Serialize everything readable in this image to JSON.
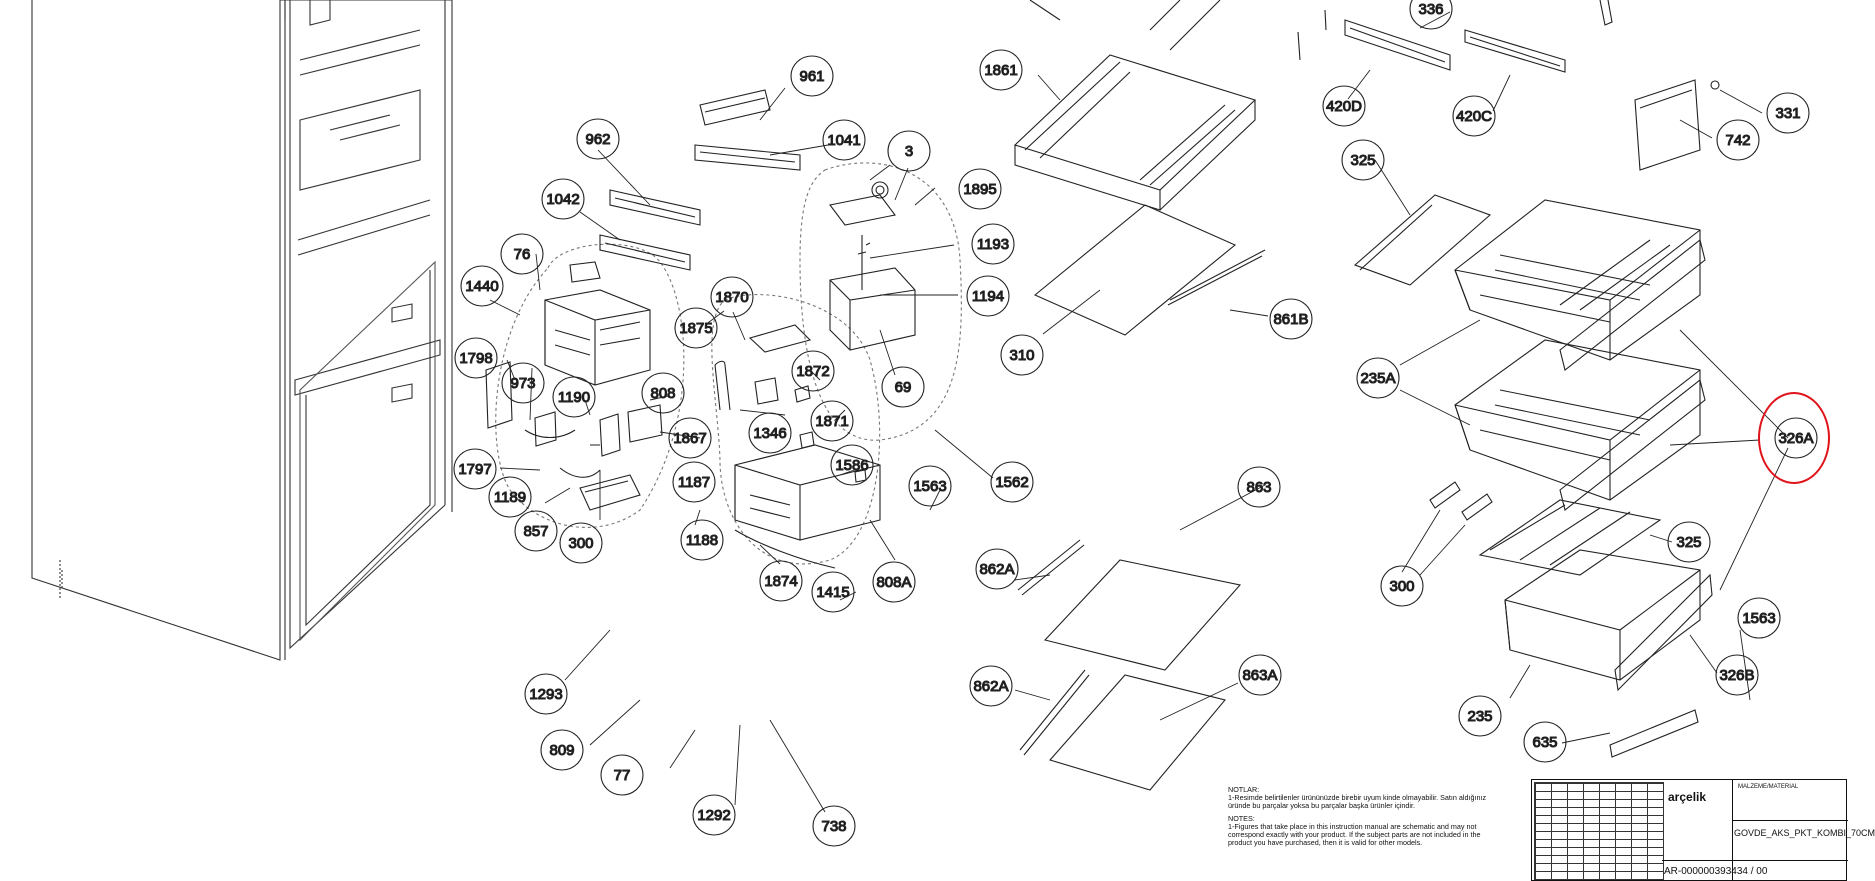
{
  "labels": [
    {
      "id": "961",
      "text": "961"
    },
    {
      "id": "1041",
      "text": "1041"
    },
    {
      "id": "962",
      "text": "962"
    },
    {
      "id": "3",
      "text": "3"
    },
    {
      "id": "1895",
      "text": "1895"
    },
    {
      "id": "1042",
      "text": "1042"
    },
    {
      "id": "1193",
      "text": "1193"
    },
    {
      "id": "76",
      "text": "76"
    },
    {
      "id": "1440",
      "text": "1440"
    },
    {
      "id": "1870",
      "text": "1870"
    },
    {
      "id": "1194",
      "text": "1194"
    },
    {
      "id": "1875",
      "text": "1875"
    },
    {
      "id": "1798",
      "text": "1798"
    },
    {
      "id": "973",
      "text": "973"
    },
    {
      "id": "1190",
      "text": "1190"
    },
    {
      "id": "808",
      "text": "808"
    },
    {
      "id": "1872",
      "text": "1872"
    },
    {
      "id": "69",
      "text": "69"
    },
    {
      "id": "1346",
      "text": "1346"
    },
    {
      "id": "1867",
      "text": "1867"
    },
    {
      "id": "1871",
      "text": "1871"
    },
    {
      "id": "1797",
      "text": "1797"
    },
    {
      "id": "1187",
      "text": "1187"
    },
    {
      "id": "1586",
      "text": "1586"
    },
    {
      "id": "1189",
      "text": "1189"
    },
    {
      "id": "1563a",
      "text": "1563"
    },
    {
      "id": "1562",
      "text": "1562"
    },
    {
      "id": "857",
      "text": "857"
    },
    {
      "id": "300a",
      "text": "300"
    },
    {
      "id": "1188",
      "text": "1188"
    },
    {
      "id": "1874",
      "text": "1874"
    },
    {
      "id": "808A",
      "text": "808A"
    },
    {
      "id": "1415",
      "text": "1415"
    },
    {
      "id": "1293",
      "text": "1293"
    },
    {
      "id": "809",
      "text": "809"
    },
    {
      "id": "77",
      "text": "77"
    },
    {
      "id": "1292",
      "text": "1292"
    },
    {
      "id": "738",
      "text": "738"
    },
    {
      "id": "1861",
      "text": "1861"
    },
    {
      "id": "310",
      "text": "310"
    },
    {
      "id": "861B",
      "text": "861B"
    },
    {
      "id": "863",
      "text": "863"
    },
    {
      "id": "862A1",
      "text": "862A"
    },
    {
      "id": "862A2",
      "text": "862A"
    },
    {
      "id": "863A",
      "text": "863A"
    },
    {
      "id": "336",
      "text": "336"
    },
    {
      "id": "420D",
      "text": "420D"
    },
    {
      "id": "420C",
      "text": "420C"
    },
    {
      "id": "331",
      "text": "331"
    },
    {
      "id": "742",
      "text": "742"
    },
    {
      "id": "325a",
      "text": "325"
    },
    {
      "id": "235A",
      "text": "235A"
    },
    {
      "id": "326A",
      "text": "326A"
    },
    {
      "id": "300b",
      "text": "300"
    },
    {
      "id": "325b",
      "text": "325"
    },
    {
      "id": "1563b",
      "text": "1563"
    },
    {
      "id": "326B",
      "text": "326B"
    },
    {
      "id": "235",
      "text": "235"
    },
    {
      "id": "635",
      "text": "635"
    }
  ],
  "notes": {
    "title_tr": "NOTLAR:",
    "line_tr": "1-Resimde belirtilenler ürününüzde birebir uyum kinde olmayabilir. Satın aldığınız üründe bu parçalar yoksa bu parçalar başka ürünler içindir.",
    "title_en": "NOTES:",
    "line_en": "1-Figures that take place in this instruction manual are schematic and may not correspond exactly with your product. If the subject parts are not included in the product you have purchased, then it is valid for other models."
  },
  "title_block": {
    "brand": "arçelik",
    "material_label": "MALZEME/MATERIAL",
    "part_name": "GOVDE_AKS_PKT_KOMBI_70CM",
    "part_code": "AR-000000393434 / 00"
  },
  "highlight": {
    "target": "326A",
    "color": "#e0121a"
  }
}
